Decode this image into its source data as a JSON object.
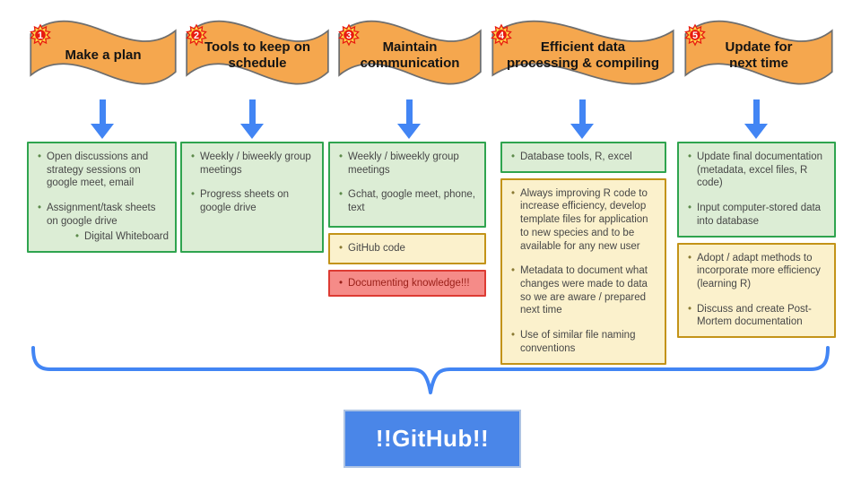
{
  "colors": {
    "banner_fill": "#F5A74E",
    "banner_stroke": "#6E6E6E",
    "badge_red": "#E81A10",
    "badge_yellow": "#FFD94A",
    "arrow_blue": "#4285F4",
    "green_fill": "#DCEDD5",
    "green_border": "#2FA44F",
    "yellow_fill": "#FBF1CC",
    "yellow_border": "#C39318",
    "red_fill": "#F58B88",
    "red_border": "#DD3B33",
    "brace_blue": "#4285F4",
    "github_fill": "#4A86E8",
    "github_border": "#ADC3E3",
    "github_text": "#FFFFFF"
  },
  "footer": {
    "label": "!!GitHub!!"
  },
  "steps": [
    {
      "number": "1",
      "title": "Make a plan",
      "boxes": [
        {
          "type": "green",
          "items": [
            {
              "text": "Open discussions and strategy sessions on google meet, email"
            },
            {
              "text": "Assignment/task sheets on google drive"
            },
            {
              "text": "Digital Whiteboard",
              "sub": true
            }
          ]
        }
      ]
    },
    {
      "number": "2",
      "title": "Tools to keep on\nschedule",
      "boxes": [
        {
          "type": "green",
          "items": [
            {
              "text": "Weekly / biweekly group meetings"
            },
            {
              "text": "Progress sheets on google drive"
            }
          ]
        }
      ]
    },
    {
      "number": "3",
      "title": "Maintain\ncommunication",
      "boxes": [
        {
          "type": "green",
          "items": [
            {
              "text": "Weekly / biweekly group meetings"
            },
            {
              "text": "Gchat, google meet, phone, text"
            }
          ]
        },
        {
          "type": "yellow",
          "items": [
            {
              "text": "GitHub code"
            }
          ]
        },
        {
          "type": "red",
          "items": [
            {
              "text": "Documenting knowledge!!!"
            }
          ]
        }
      ]
    },
    {
      "number": "4",
      "title": "Efficient data\nprocessing & compiling",
      "boxes": [
        {
          "type": "green",
          "items": [
            {
              "text": "Database tools, R, excel"
            }
          ]
        },
        {
          "type": "yellow",
          "items": [
            {
              "text": "Always improving R code to increase efficiency, develop template files for application to new species and to be available for any new user"
            },
            {
              "text": "Metadata to document what changes were made to data so we are aware / prepared next time"
            },
            {
              "text": "Use of similar file naming conventions"
            }
          ]
        }
      ]
    },
    {
      "number": "5",
      "title": "Update for\nnext time",
      "boxes": [
        {
          "type": "green",
          "items": [
            {
              "text": "Update final documentation (metadata, excel files, R code)"
            },
            {
              "text": "Input computer-stored data into database"
            }
          ]
        },
        {
          "type": "yellow",
          "items": [
            {
              "text": "Adopt / adapt methods to incorporate more efficiency (learning R)"
            },
            {
              "text": "Discuss and create Post-Mortem documentation"
            }
          ]
        }
      ]
    }
  ]
}
